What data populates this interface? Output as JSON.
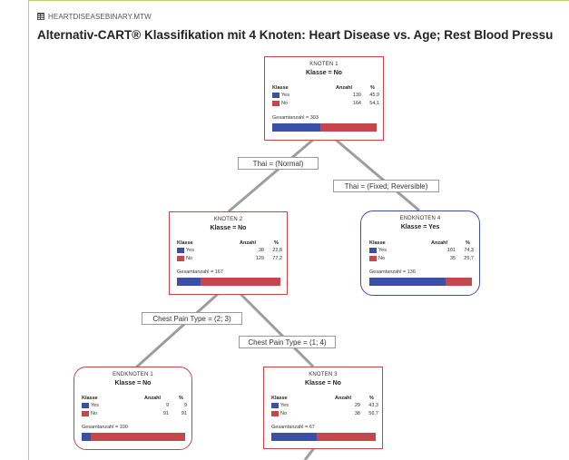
{
  "file": {
    "name": "HEARTDISEASEBINARY.MTW",
    "icon": "worksheet-grid-icon"
  },
  "title": "Alternativ-CART® Klassifikation mit 4 Knoten: Heart Disease vs. Age; Rest Blood Pressu",
  "colors": {
    "yes": "#3b4fa8",
    "no": "#c8454b",
    "leaf_border": "#3b4fa8",
    "node_border": "#c8454b",
    "frame": "#b9d06a"
  },
  "table_headers": {
    "class": "Klasse",
    "count": "Anzahl",
    "pct": "%"
  },
  "nodes": {
    "k1": {
      "title": "KNOTEN 1",
      "klasse": "Klasse = No",
      "rows": [
        {
          "label": "Yes",
          "count": "139",
          "pct": "45,9"
        },
        {
          "label": "No",
          "count": "164",
          "pct": "54,1"
        }
      ],
      "total": "Gesamtanzahl = 303",
      "yes_fraction": 0.459
    },
    "k2": {
      "title": "KNOTEN 2",
      "klasse": "Klasse = No",
      "rows": [
        {
          "label": "Yes",
          "count": "38",
          "pct": "22,8"
        },
        {
          "label": "No",
          "count": "129",
          "pct": "77,2"
        }
      ],
      "total": "Gesamtanzahl = 167",
      "yes_fraction": 0.228
    },
    "e4": {
      "title": "ENDKNOTEN 4",
      "klasse": "Klasse = Yes",
      "rows": [
        {
          "label": "Yes",
          "count": "101",
          "pct": "74,3"
        },
        {
          "label": "No",
          "count": "35",
          "pct": "25,7"
        }
      ],
      "total": "Gesamtanzahl = 136",
      "yes_fraction": 0.743
    },
    "e1": {
      "title": "ENDKNOTEN 1",
      "klasse": "Klasse = No",
      "rows": [
        {
          "label": "Yes",
          "count": "9",
          "pct": "9"
        },
        {
          "label": "No",
          "count": "91",
          "pct": "91"
        }
      ],
      "total": "Gesamtanzahl = 100",
      "yes_fraction": 0.09
    },
    "k3": {
      "title": "KNOTEN 3",
      "klasse": "Klasse = No",
      "rows": [
        {
          "label": "Yes",
          "count": "29",
          "pct": "43,3"
        },
        {
          "label": "No",
          "count": "38",
          "pct": "56,7"
        }
      ],
      "total": "Gesamtanzahl = 67",
      "yes_fraction": 0.433
    }
  },
  "splits": {
    "s1": "Thai = (Normal)",
    "s2": "Thai = (Fixed; Reversible)",
    "s3": "Chest Pain Type = (2; 3)",
    "s4": "Chest Pain Type = (1; 4)"
  }
}
